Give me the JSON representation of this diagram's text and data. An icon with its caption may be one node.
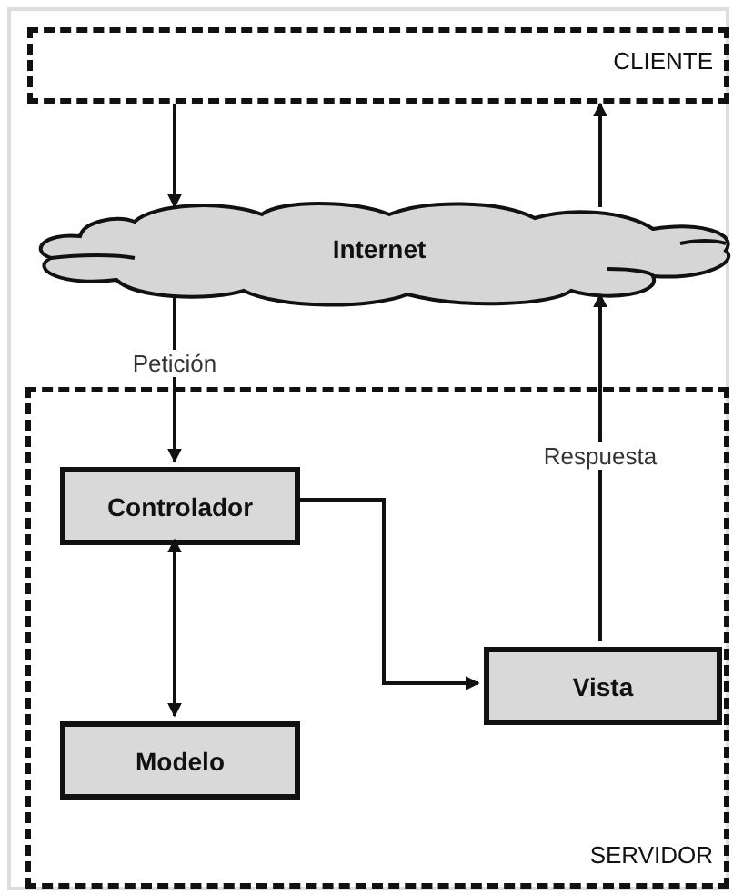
{
  "diagram": {
    "nodes": [
      {
        "text": [
          "CLIENTE"
        ]
      },
      {
        "text": [
          "Internet"
        ]
      },
      {
        "text": [
          "SERVIDOR"
        ]
      },
      {
        "text": [
          "Controlador"
        ],
        "in": 2
      },
      {
        "text": [
          "Vista"
        ],
        "in": 2
      },
      {
        "text": [
          "Modelo"
        ],
        "in": 2
      }
    ],
    "edges": [
      {
        "from": 0,
        "to": 1,
        "arrow": "to"
      },
      {
        "from": 1,
        "to": 0,
        "arrow": "to"
      },
      {
        "from": 1,
        "to": 3,
        "arrow": "to",
        "label": "Petición"
      },
      {
        "from": 4,
        "to": 1,
        "arrow": "to",
        "label": "Respuesta"
      },
      {
        "from": 3,
        "to": 4,
        "arrow": "to"
      },
      {
        "from": 3,
        "to": 5,
        "arrow": "both"
      }
    ]
  }
}
